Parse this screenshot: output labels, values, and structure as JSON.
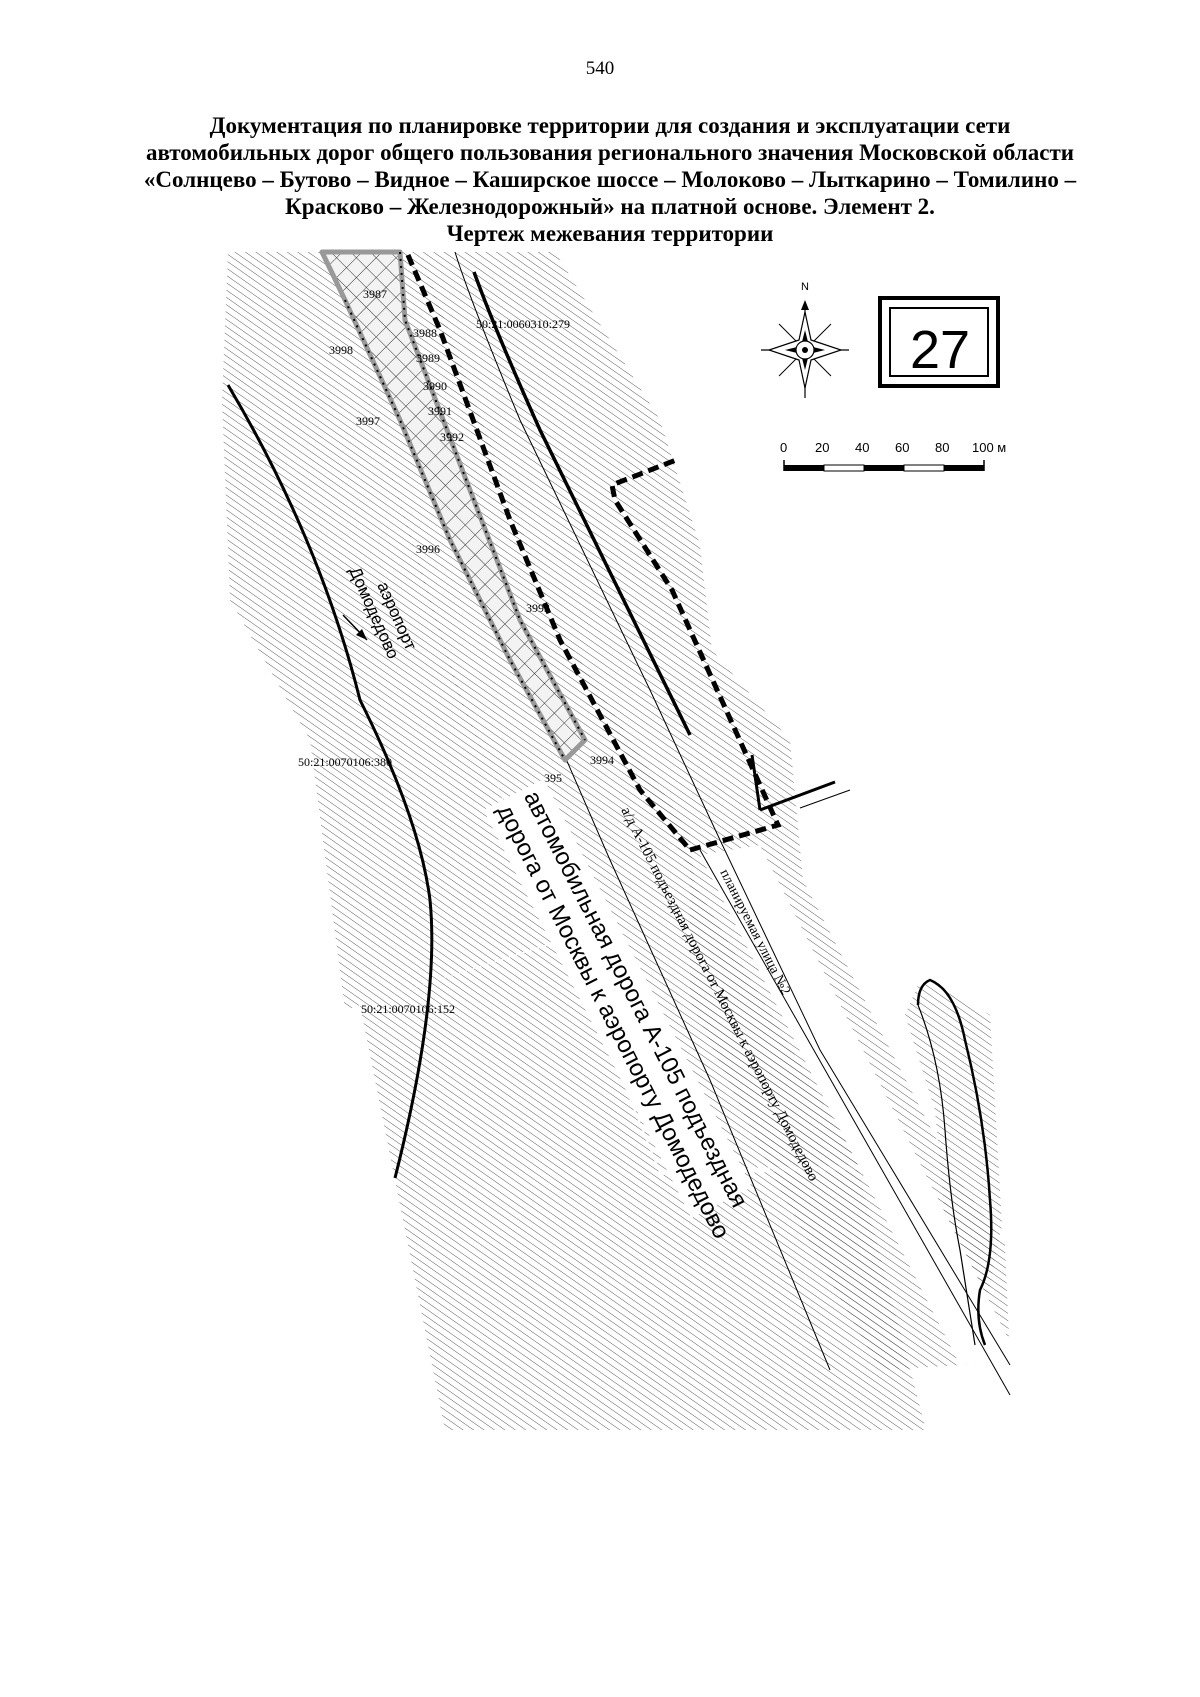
{
  "page_number": "540",
  "title_lines": [
    "Документация по планировке территории для создания и эксплуатации сети",
    "автомобильных дорог общего пользования регионального значения Московской области",
    "«Солнцево – Бутово – Видное – Каширское шоссе – Молоково – Лыткарино – Томилино –",
    "Красково – Железнодорожный» на платной основе. Элемент 2.",
    "Чертеж межевания территории"
  ],
  "sheet_number": "27",
  "north_label": "N",
  "scale_bar": {
    "ticks": [
      "0",
      "20",
      "40",
      "60",
      "80",
      "100 м"
    ]
  },
  "parcels": {
    "p1": "50:21:0060310:279",
    "p2": "50:21:0070106:380",
    "p3": "50:21:0070106:152"
  },
  "points": {
    "p3987": "3987",
    "p3988": "3988",
    "p3989": "3989",
    "p3990": "3990",
    "p3991": "3991",
    "p3992": "3992",
    "p3993": "3993",
    "p3994": "3994",
    "p3995": "395",
    "p3996": "3996",
    "p3997": "3997",
    "p3998": "3998"
  },
  "labels": {
    "airport_1": "аэропорт",
    "airport_2": "Домодедово",
    "main_road_1": "автомобильная дорога А-105 подъездная",
    "main_road_2": "дорога от Москвы к аэропорту Домодедово",
    "road_small": "а/д А-105 подъездная дорога от Москвы к аэропорту Домодедово",
    "street": "планируемая улица №2"
  },
  "colors": {
    "hatch": "#4a4a4a",
    "boundary": "#000000",
    "zone_fill": "#bdbdbd"
  }
}
